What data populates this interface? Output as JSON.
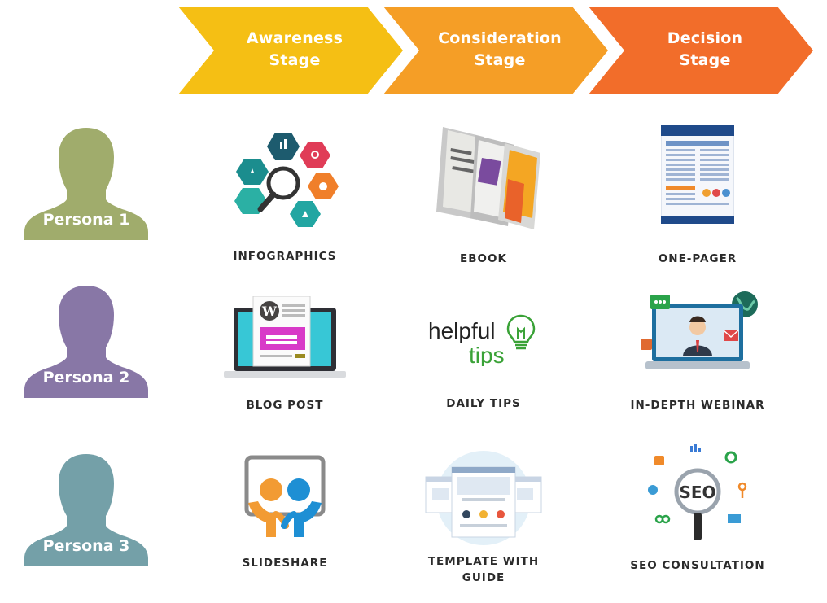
{
  "stages": [
    {
      "line1": "Awareness",
      "line2": "Stage",
      "color": "#f5bf14"
    },
    {
      "line1": "Consideration",
      "line2": "Stage",
      "color": "#f59e26"
    },
    {
      "line1": "Decision",
      "line2": "Stage",
      "color": "#f26d2a"
    }
  ],
  "personas": [
    {
      "label": "Persona 1",
      "color": "#a0ac6c"
    },
    {
      "label": "Persona 2",
      "color": "#8877a6"
    },
    {
      "label": "Persona 3",
      "color": "#74a0a8"
    }
  ],
  "content": {
    "infographics": "INFOGRAPHICS",
    "ebook": "EBOOK",
    "one_pager": "ONE-PAGER",
    "blog_post": "BLOG POST",
    "daily_tips": "DAILY TIPS",
    "webinar": "IN-DEPTH WEBINAR",
    "slideshare": "SLIDESHARE",
    "template_line1": "TEMPLATE WITH",
    "template_line2": "GUIDE",
    "seo": "SEO CONSULTATION"
  },
  "icon_text": {
    "helpful": "helpful",
    "tips": "tips",
    "seo_badge": "SEO"
  }
}
